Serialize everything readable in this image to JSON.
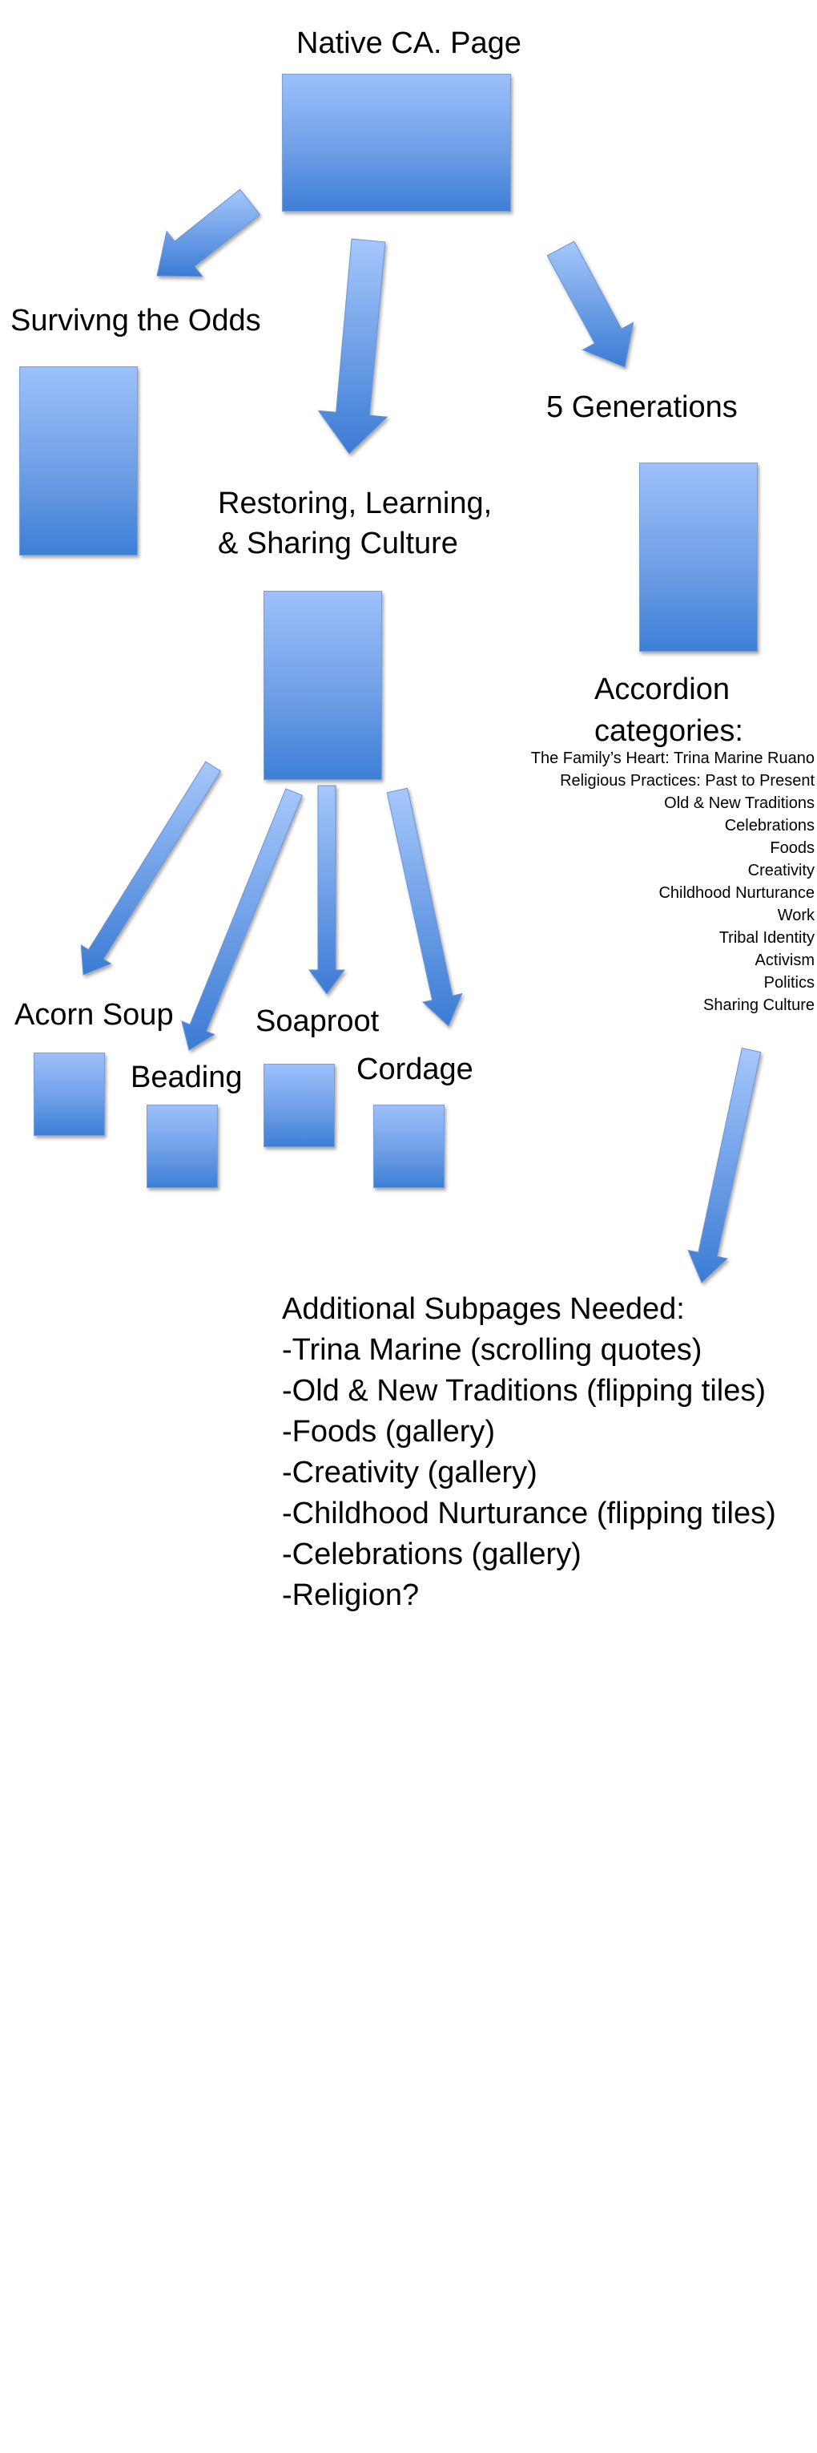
{
  "root": {
    "title": "Native CA. Page"
  },
  "sections": {
    "surviving": "Survivng the Odds",
    "restoring_line1": "Restoring, Learning,",
    "restoring_line2": "& Sharing Culture",
    "generations": "5 Generations"
  },
  "subpages": {
    "acorn": "Acorn Soup",
    "beading": "Beading",
    "soaproot": "Soaproot",
    "cordage": "Cordage"
  },
  "accordion": {
    "heading_line1": "Accordion",
    "heading_line2": "categories:",
    "items": [
      "The Family’s Heart: Trina Marine Ruano",
      "Religious Practices: Past to Present",
      "Old & New Traditions",
      "Celebrations",
      "Foods",
      "Creativity",
      "Childhood Nurturance",
      "Work",
      "Tribal Identity",
      "Activism",
      "Politics",
      "Sharing Culture"
    ]
  },
  "additional": {
    "lines": [
      "Additional Subpages Needed:",
      "-Trina Marine (scrolling quotes)",
      "-Old & New Traditions (flipping tiles)",
      "-Foods (gallery)",
      "-Creativity (gallery)",
      "-Childhood Nurturance (flipping tiles)",
      "-Celebrations (gallery)",
      "-Religion?"
    ]
  },
  "colors": {
    "box_top": "#9cc0fb",
    "box_bottom": "#3d7fd6",
    "arrow": "#5a8fe0"
  }
}
